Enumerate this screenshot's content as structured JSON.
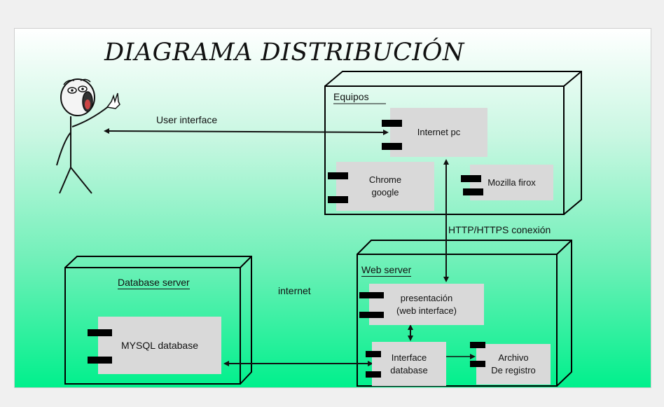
{
  "diagram": {
    "title": "DIAGRAMA DISTRIBUCIÓN",
    "actor_label": "User interface",
    "nodes": {
      "equipos": {
        "title": "Equipos",
        "components": {
          "internet_pc": "Internet pc",
          "chrome_line1": "Chrome",
          "chrome_line2": "google",
          "mozilla": "Mozilla firox"
        }
      },
      "web_server": {
        "title": "Web server",
        "components": {
          "presentacion_line1": "presentación",
          "presentacion_line2": "(web interface)",
          "interface_line1": "Interface",
          "interface_line2": "database",
          "archivo_line1": "Archivo",
          "archivo_line2": "De registro"
        }
      },
      "database_server": {
        "title": "Database server",
        "components": {
          "mysql": "MYSQL database"
        }
      }
    },
    "connections": {
      "http": "HTTP/HTTPS conexión",
      "internet": "internet"
    }
  }
}
